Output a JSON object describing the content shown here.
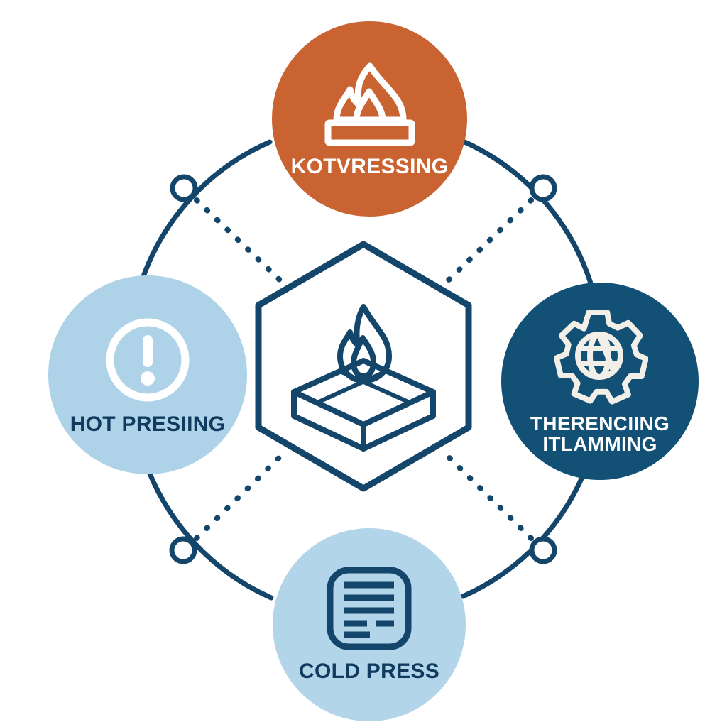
{
  "diagram": {
    "type": "cycle-hub-and-spoke",
    "background_color": "#ffffff",
    "center": {
      "shape": "hexagon",
      "icon": "flame-over-panel-block-icon",
      "stroke_color": "#14466b",
      "label": ""
    },
    "colors": {
      "orange": "#c96432",
      "navy_dark": "#135076",
      "navy_text": "#103a5e",
      "light_blue": "#aed3e9",
      "light_blue_alt": "#b2d5ea",
      "white": "#ffffff",
      "line": "#14466b"
    },
    "nodes": [
      {
        "id": "top",
        "position": "top",
        "label": "KOTVRESSING",
        "icon": "flame-over-plank-icon",
        "fill": "#c96432",
        "text_color": "#ffffff"
      },
      {
        "id": "left",
        "position": "left",
        "label": "HOT PRESIING",
        "icon": "exclamation-circle-icon",
        "fill": "#aed3e9",
        "text_color": "#103a5e"
      },
      {
        "id": "right",
        "position": "right",
        "label_line1": "THERENCIING",
        "label_line2": "ITLAMMING",
        "icon": "gear-globe-icon",
        "fill": "#135076",
        "text_color": "#ffffff"
      },
      {
        "id": "bottom",
        "position": "bottom",
        "label": "COLD PRESS",
        "icon": "layered-board-lines-icon",
        "fill": "#b2d5ea",
        "text_color": "#103a5e"
      }
    ],
    "connectors": {
      "arc_style": "solid-curved",
      "spoke_style": "dotted",
      "node_markers": 4,
      "marker_shape": "hollow-circle"
    }
  }
}
